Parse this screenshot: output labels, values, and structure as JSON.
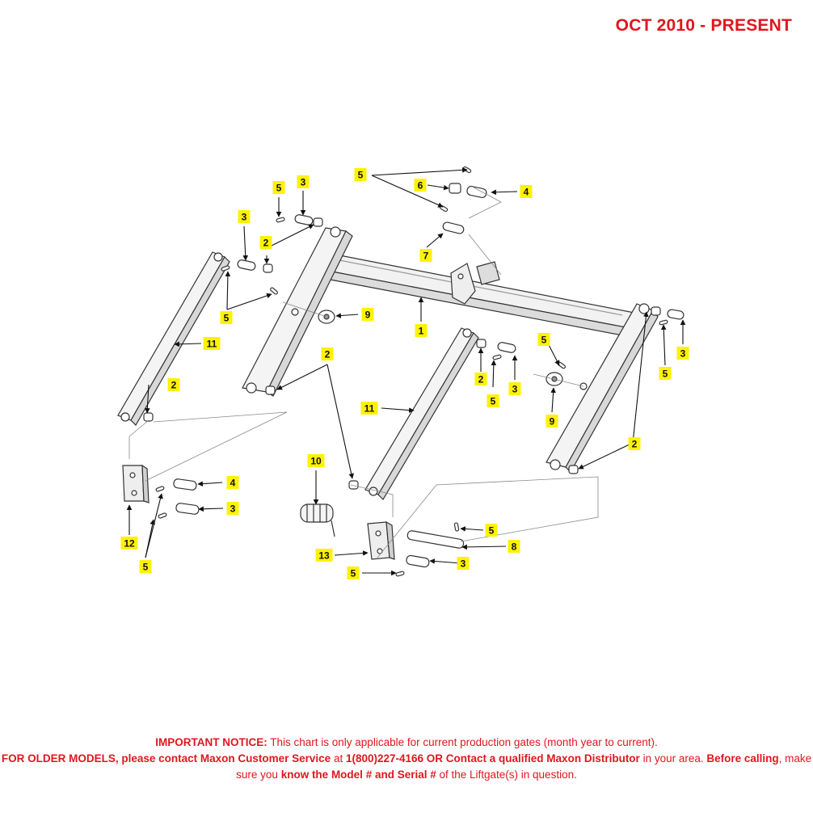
{
  "header": {
    "date_range": "OCT 2010 - PRESENT"
  },
  "callouts": [
    "1",
    "2",
    "3",
    "4",
    "5",
    "6",
    "7",
    "8",
    "9",
    "10",
    "11",
    "12",
    "13"
  ],
  "notice": {
    "important_label": "IMPORTANT NOTICE:",
    "important_text": " This chart is only applicable for current production gates (month year to current).",
    "older_models_label": "FOR OLDER MODELS, please contact Maxon Customer Service",
    "at_text": " at ",
    "phone": "1(800)227-4166 OR Contact a qualified Maxon Distributor",
    "in_area_text": " in your area. ",
    "before_calling": "Before calling",
    "make_sure_text": ", make sure you ",
    "know_model": "know the Model # and Serial #",
    "liftgate_text": " of the Liftgate(s) in question."
  },
  "colors": {
    "accent": "#e0161e",
    "callout_fill": "#fff200"
  }
}
